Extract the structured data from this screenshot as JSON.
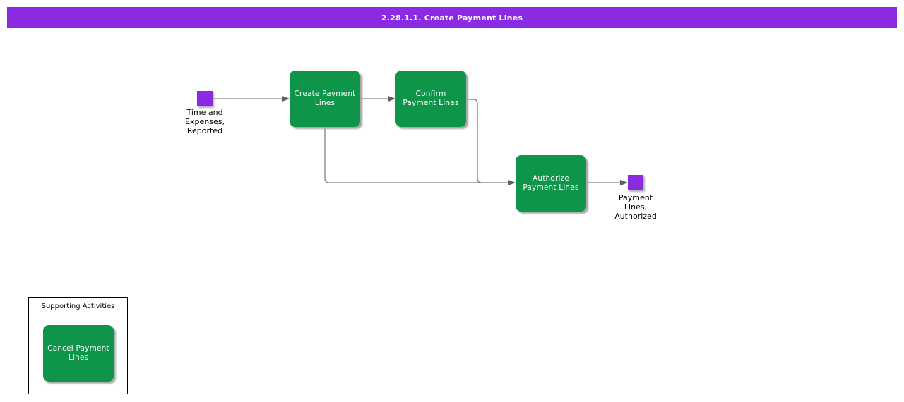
{
  "title_bar": {
    "text": "2.28.1.1. Create Payment Lines"
  },
  "colors": {
    "title_bar_bg": "#8A2BE2",
    "title_text": "#FFFFFF",
    "activity_green": "#0E954A",
    "event_purple": "#8A2BE2",
    "connector_gray": "#808080",
    "arrowhead_gray": "#606060",
    "page_bg": "#FFFFFF"
  },
  "events": {
    "start": {
      "label": "Time and\nExpenses,\nReported"
    },
    "end": {
      "label": "Payment\nLines,\nAuthorized"
    }
  },
  "activities": {
    "create": {
      "label": "Create Payment\nLines"
    },
    "confirm": {
      "label": "Confirm\nPayment Lines"
    },
    "authorize": {
      "label": "Authorize\nPayment Lines"
    }
  },
  "supporting": {
    "title": "Supporting Activities",
    "cancel": {
      "label": "Cancel Payment\nLines"
    }
  }
}
